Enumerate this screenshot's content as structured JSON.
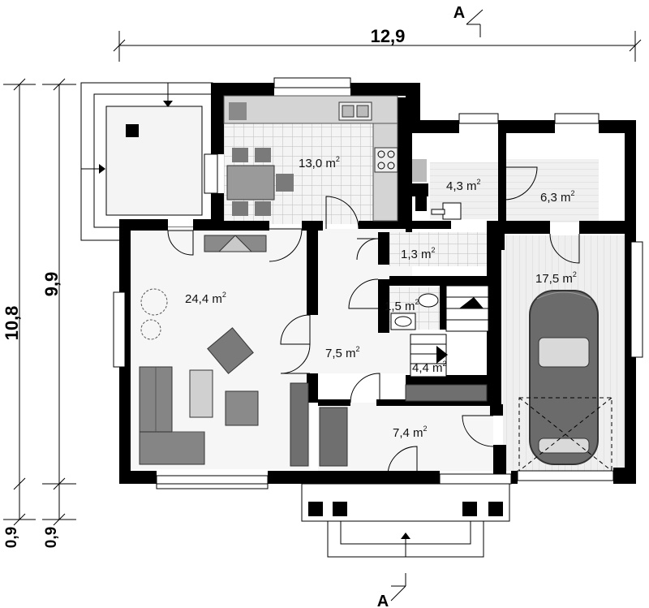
{
  "section_marker": "A",
  "dimensions": {
    "overall_width": "12,9",
    "overall_depth": "10,8",
    "inner_depth": "9,9",
    "offset_left": "0,9",
    "offset_right": "0,9"
  },
  "area_unit": "m",
  "area_exponent": "2",
  "rooms": [
    {
      "id": "living",
      "area": "24,4"
    },
    {
      "id": "kitchen",
      "area": "13,0"
    },
    {
      "id": "utility",
      "area": "4,3"
    },
    {
      "id": "boiler",
      "area": "6,3"
    },
    {
      "id": "pantry",
      "area": "1,3"
    },
    {
      "id": "wc",
      "area": "1,5"
    },
    {
      "id": "hall",
      "area": "7,5"
    },
    {
      "id": "stairs",
      "area": "4,4"
    },
    {
      "id": "entrance",
      "area": "7,4"
    },
    {
      "id": "garage",
      "area": "17,5"
    }
  ],
  "colors": {
    "wall": "#000000",
    "floor_light": "#f2f2f2",
    "garage_floor": "#e9e9e9",
    "furniture": "#7a7a7a",
    "kitchen_tile": "#cfcfcf"
  }
}
